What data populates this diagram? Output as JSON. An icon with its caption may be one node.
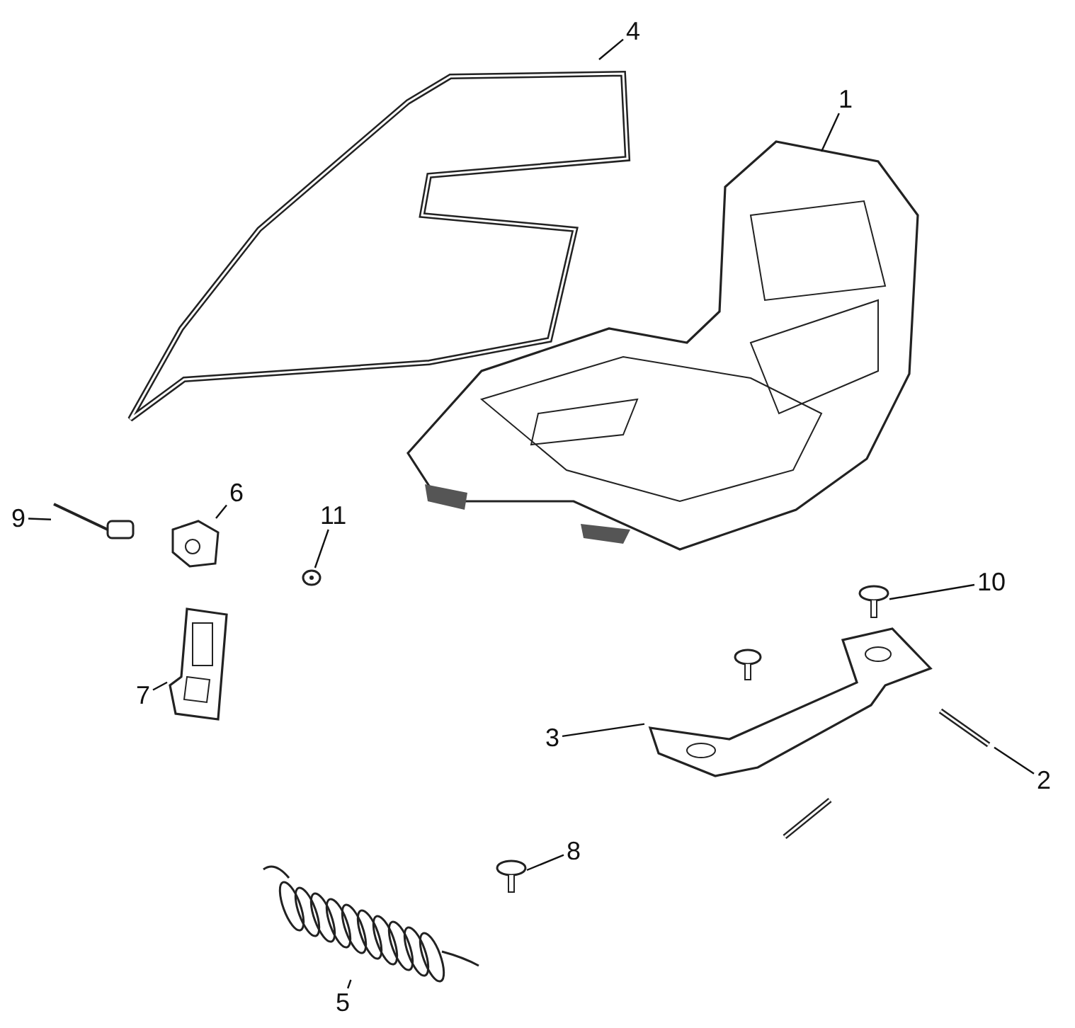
{
  "diagram": {
    "nodes": [
      {
        "text": [
          "4"
        ]
      },
      {
        "text": [
          "1"
        ]
      },
      {
        "text": [
          "9"
        ]
      },
      {
        "text": [
          "6"
        ]
      },
      {
        "text": [
          "11"
        ]
      },
      {
        "text": [
          "10"
        ]
      },
      {
        "text": [
          "7"
        ]
      },
      {
        "text": [
          "3"
        ]
      },
      {
        "text": [
          "2"
        ]
      },
      {
        "text": [
          "8"
        ]
      },
      {
        "text": [
          "5"
        ]
      },
      {
        "text": [],
        "shape": "picture"
      },
      {
        "text": [],
        "shape": "picture"
      },
      {
        "text": [],
        "shape": "picture"
      },
      {
        "text": [],
        "shape": "picture"
      },
      {
        "text": [],
        "shape": "picture"
      },
      {
        "text": [],
        "shape": "picture"
      },
      {
        "text": [],
        "shape": "picture"
      },
      {
        "text": [],
        "shape": "picture"
      },
      {
        "text": [],
        "shape": "picture"
      },
      {
        "text": [],
        "shape": "picture"
      },
      {
        "text": [],
        "shape": "picture"
      },
      {
        "text": [],
        "shape": "picture"
      },
      {
        "text": [],
        "shape": "picture"
      }
    ],
    "edges": [
      {
        "from": 0,
        "to": 11,
        "arrow": "none"
      },
      {
        "from": 1,
        "to": 12,
        "arrow": "none"
      },
      {
        "from": 2,
        "to": 13,
        "arrow": "none"
      },
      {
        "from": 3,
        "to": 14,
        "arrow": "none"
      },
      {
        "from": 4,
        "to": 15,
        "arrow": "none"
      },
      {
        "from": 5,
        "to": 16,
        "arrow": "none"
      },
      {
        "from": 6,
        "to": 18,
        "arrow": "none"
      },
      {
        "from": 7,
        "to": 19,
        "arrow": "none"
      },
      {
        "from": 8,
        "to": 20,
        "arrow": "none"
      },
      {
        "from": 9,
        "to": 22,
        "arrow": "none"
      },
      {
        "from": 10,
        "to": 23,
        "arrow": "none"
      }
    ]
  }
}
